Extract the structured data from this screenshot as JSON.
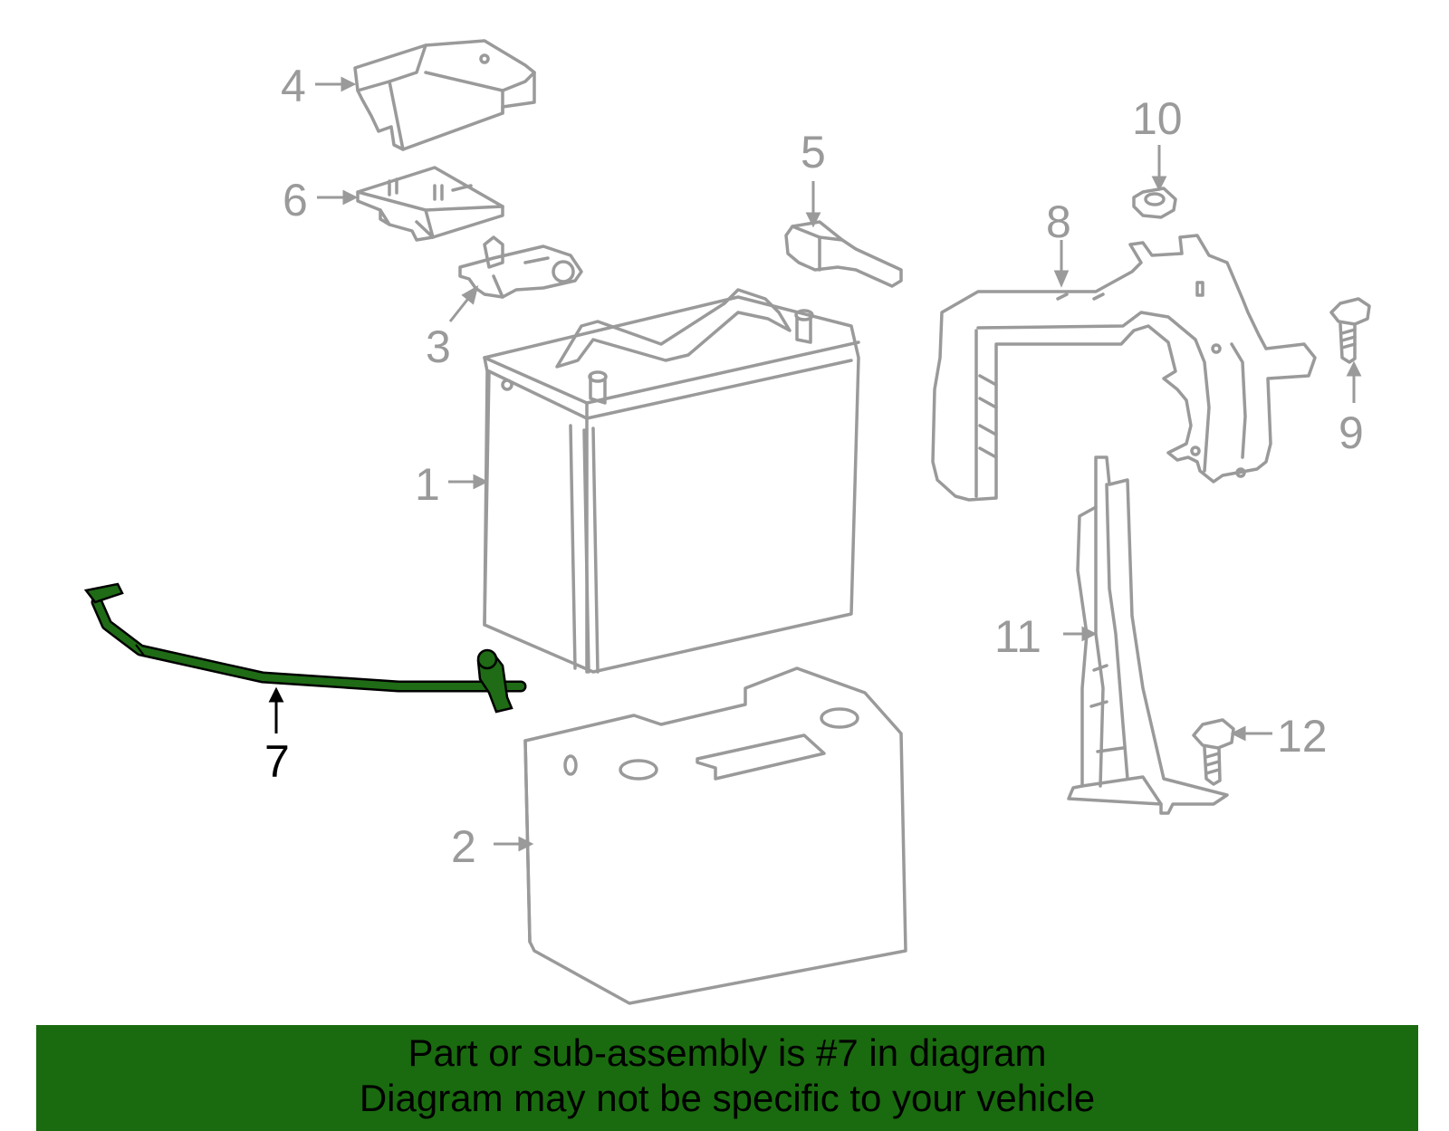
{
  "diagram": {
    "callouts": [
      {
        "id": "1",
        "label": "1"
      },
      {
        "id": "2",
        "label": "2"
      },
      {
        "id": "3",
        "label": "3"
      },
      {
        "id": "4",
        "label": "4"
      },
      {
        "id": "5",
        "label": "5"
      },
      {
        "id": "6",
        "label": "6"
      },
      {
        "id": "7",
        "label": "7"
      },
      {
        "id": "8",
        "label": "8"
      },
      {
        "id": "9",
        "label": "9"
      },
      {
        "id": "10",
        "label": "10"
      },
      {
        "id": "11",
        "label": "11"
      },
      {
        "id": "12",
        "label": "12"
      }
    ],
    "highlighted_part": "7",
    "colors": {
      "line": "#9a9a9a",
      "highlight": "#1f6b16",
      "highlight_label": "#000000",
      "banner": "#1a6b0f"
    }
  },
  "banner": {
    "line1": "Part or sub-assembly is #7 in diagram",
    "line2": "Diagram may not be specific to your vehicle"
  }
}
